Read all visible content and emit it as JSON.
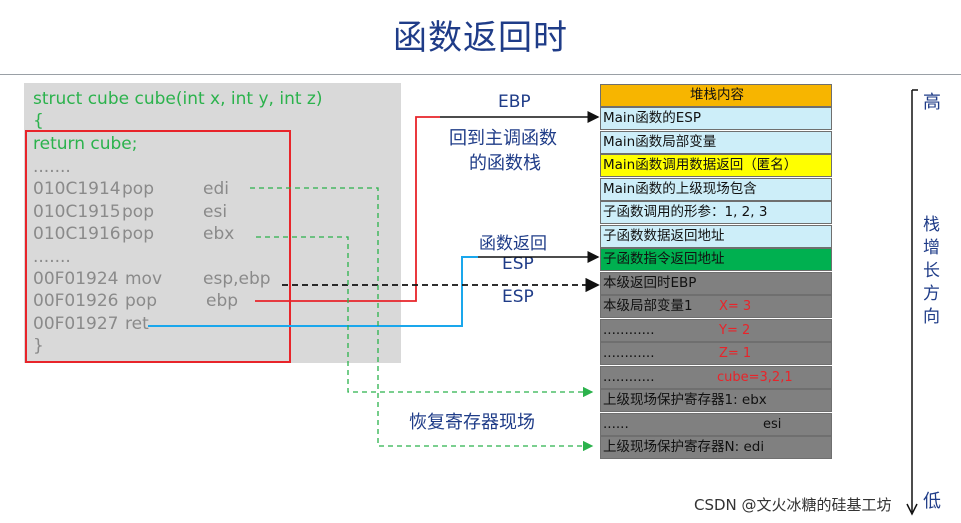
{
  "title": "函数返回时",
  "code": {
    "line1": "struct cube cube(int x, int y, int z)",
    "line2": "{",
    "line3": "return cube;",
    "line4": ".......",
    "line5": {
      "addr": "010C1914",
      "op": "pop",
      "arg": "edi"
    },
    "line6": {
      "addr": "010C1915",
      "op": "pop",
      "arg": "esi"
    },
    "line7": {
      "addr": "010C1916",
      "op": "pop",
      "arg": "ebx"
    },
    "line8": ".......",
    "line9": {
      "addr": "00F01924",
      "op": "mov",
      "arg": "esp,ebp"
    },
    "line10": {
      "addr": "00F01926",
      "op": "pop",
      "arg": "ebp"
    },
    "line11": {
      "addr": "00F01927",
      "op": "ret",
      "arg": ""
    },
    "line12": "}"
  },
  "stack": {
    "header": "堆栈内容",
    "cells": [
      {
        "text": "Main函数的ESP",
        "bg": "#cdeef9"
      },
      {
        "text": "Main函数局部变量",
        "bg": "#cdeef9"
      },
      {
        "text": "Main函数调用数据返回（匿名）",
        "bg": "#ffff00"
      },
      {
        "text": "Main函数的上级现场包含",
        "bg": "#cdeef9"
      },
      {
        "text": "子函数调用的形参：1, 2, 3",
        "bg": "#cdeef9"
      },
      {
        "text": "子函数数据返回地址",
        "bg": "#cdeef9"
      },
      {
        "text": "子函数指令返回地址",
        "bg": "#00b050"
      },
      {
        "text": "本级返回时EBP",
        "bg": "#808080"
      },
      {
        "text": "本级局部变量1",
        "bg": "#808080",
        "red": "X= 3"
      },
      {
        "text": "............",
        "bg": "#808080",
        "red": "Y= 2"
      },
      {
        "text": "............",
        "bg": "#808080",
        "red": "Z= 1"
      },
      {
        "text": "............",
        "bg": "#808080",
        "red": "cube=3,2,1"
      },
      {
        "text": "上级现场保护寄存器1: ebx",
        "bg": "#808080"
      },
      {
        "text": "......",
        "bg": "#808080",
        "right": "esi"
      },
      {
        "text": "上级现场保护寄存器N: edi",
        "bg": "#808080"
      }
    ],
    "header_bg": "#f7b500"
  },
  "labels": {
    "ebp_top": "EBP",
    "back_to_caller_1": "回到主调函数",
    "back_to_caller_2": "的函数栈",
    "func_return": "函数返回",
    "esp_1": "ESP",
    "esp_2": "ESP",
    "restore_registers": "恢复寄存器现场"
  },
  "side": {
    "high": "高",
    "low": "低",
    "growth": [
      "栈",
      "增",
      "长",
      "方",
      "向"
    ]
  },
  "watermark": "CSDN @文火冰糖的硅基工坊",
  "colors": {
    "title": "#1f3c88",
    "red_line": "#e8242a",
    "blue_line": "#1aa7ec",
    "green_dash": "#2bb24c"
  }
}
